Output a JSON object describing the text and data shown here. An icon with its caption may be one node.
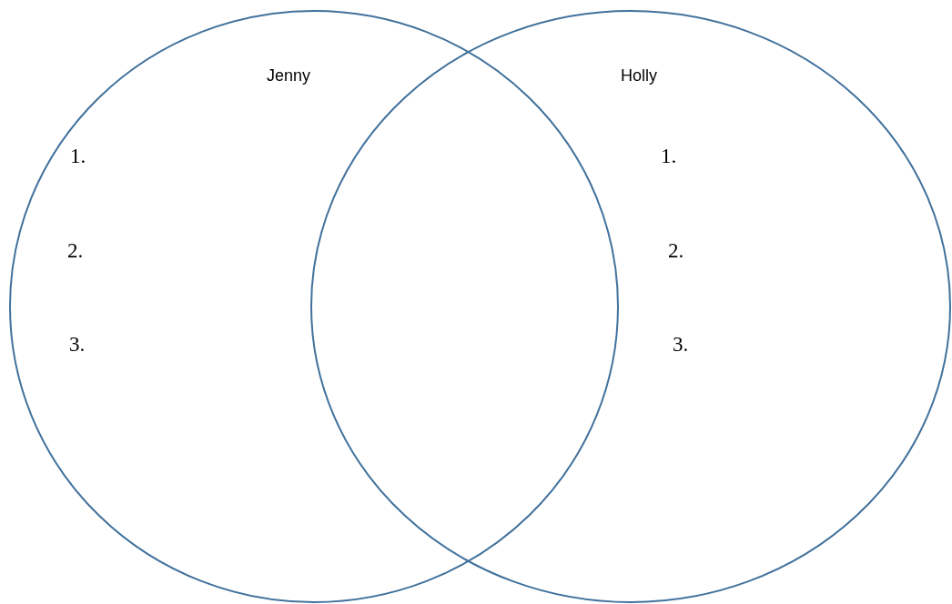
{
  "diagram": {
    "nodes": [
      {
        "text": [
          "Jenny",
          "1.",
          "2.",
          "3."
        ]
      },
      {
        "text": [
          "Holly",
          "1.",
          "2.",
          "3."
        ]
      }
    ]
  }
}
